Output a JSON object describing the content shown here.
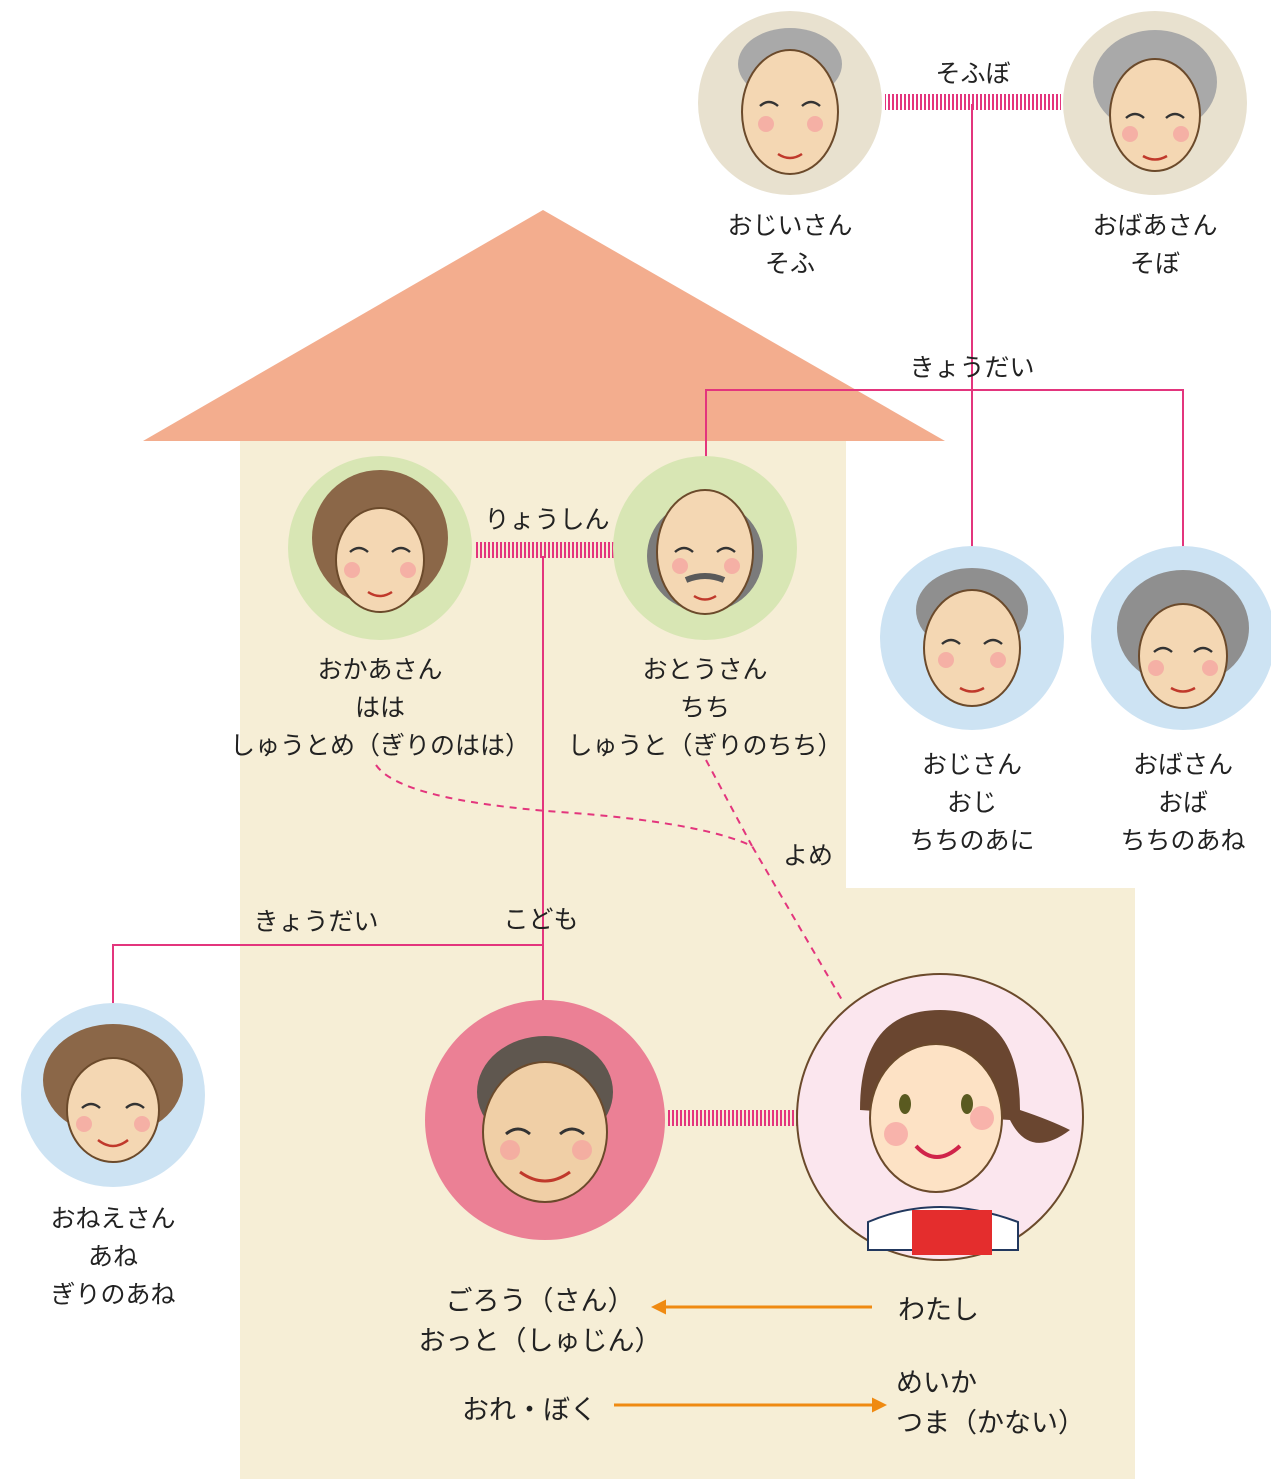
{
  "colors": {
    "house_wall": "#f6eed6",
    "house_roof": "#f3ad8e",
    "line_pink": "#e3357d",
    "arrow_orange": "#ef8a12",
    "circle_grandparents": "#e8e1cf",
    "circle_parents": "#d8e6b4",
    "circle_relatives": "#cde3f3",
    "circle_husband": "#eb8095",
    "circle_me": "#fbe6ee"
  },
  "people": {
    "grandfather": {
      "icon": "grandfather-face-icon",
      "lines": [
        "おじいさん",
        "そふ"
      ]
    },
    "grandmother": {
      "icon": "grandmother-face-icon",
      "lines": [
        "おばあさん",
        "そぼ"
      ]
    },
    "mother": {
      "icon": "mother-face-icon",
      "lines": [
        "おかあさん",
        "はは",
        "しゅうとめ（ぎりのはは）"
      ]
    },
    "father": {
      "icon": "father-face-icon",
      "lines": [
        "おとうさん",
        "ちち",
        "しゅうと（ぎりのちち）"
      ]
    },
    "uncle": {
      "icon": "uncle-face-icon",
      "lines": [
        "おじさん",
        "おじ",
        "ちちのあに"
      ]
    },
    "aunt": {
      "icon": "aunt-face-icon",
      "lines": [
        "おばさん",
        "おば",
        "ちちのあね"
      ]
    },
    "sister": {
      "icon": "sister-face-icon",
      "lines": [
        "おねえさん",
        "あね",
        "ぎりのあね"
      ]
    },
    "husband": {
      "icon": "husband-face-icon",
      "lines": [
        "ごろう（さん）",
        "おっと（しゅじん）"
      ]
    },
    "me": {
      "icon": "me-woman-icon",
      "lines": [
        "めいか",
        "つま（かない）"
      ]
    }
  },
  "relations": {
    "grandparents": "そふぼ",
    "father_siblings": "きょうだい",
    "parents": "りょうしん",
    "bride": "よめ",
    "children": "こども",
    "husband_siblings": "きょうだい"
  },
  "arrows": {
    "me_label": "わたし",
    "husband_self_label": "おれ・ぼく"
  }
}
